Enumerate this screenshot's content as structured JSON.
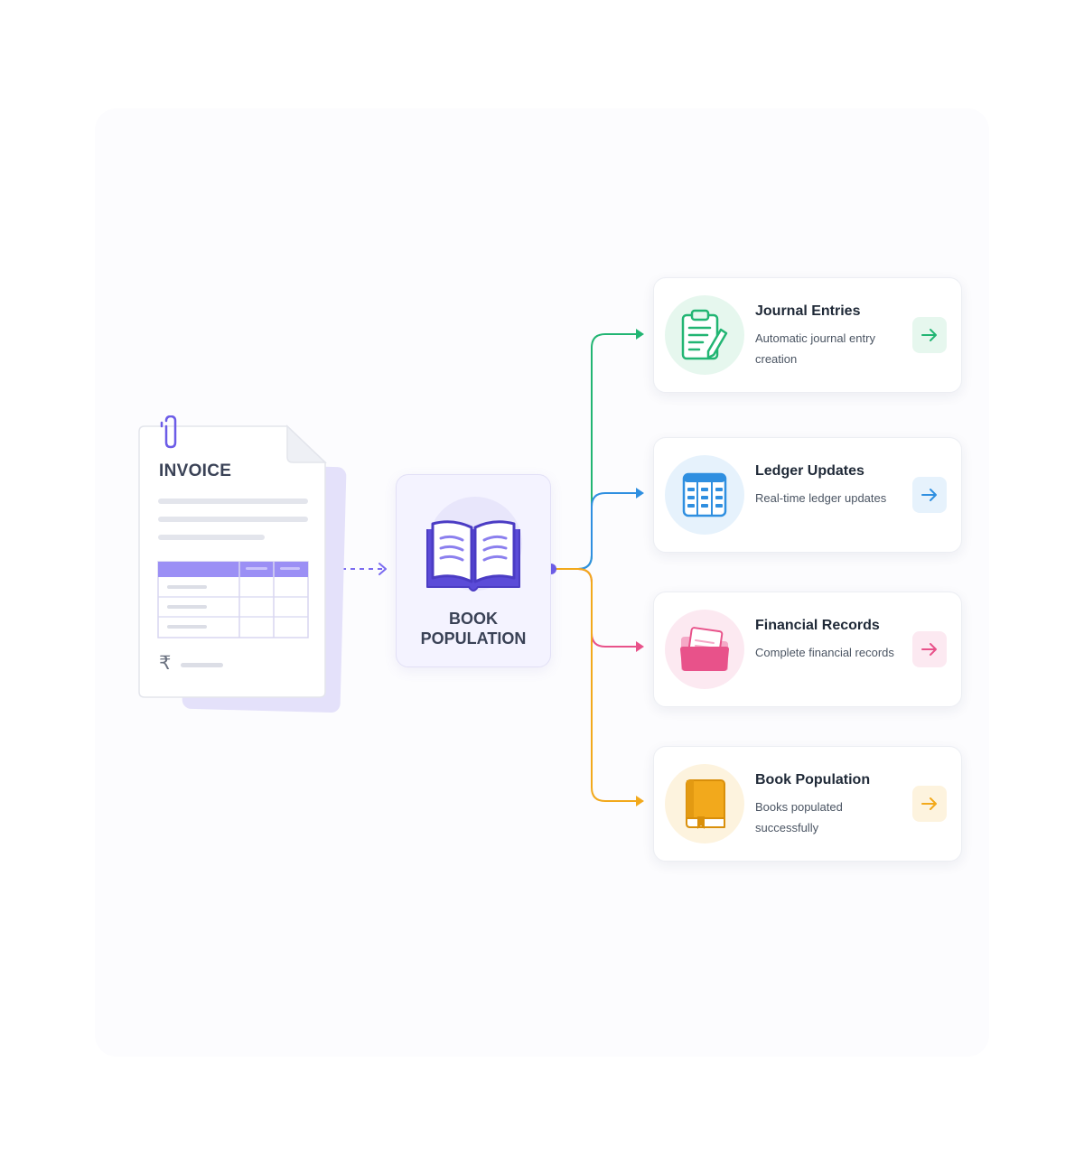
{
  "invoice": {
    "title": "INVOICE",
    "currency_symbol": "₹"
  },
  "hub": {
    "label_line1": "BOOK",
    "label_line2": "POPULATION",
    "icon": "open-book-icon",
    "accent": "#6c5ce7"
  },
  "outputs": [
    {
      "title": "Journal Entries",
      "description": "Automatic journal entry creation",
      "icon": "clipboard-pencil-icon",
      "color": "#22b573",
      "tint": "#e6f7ee"
    },
    {
      "title": "Ledger Updates",
      "description": "Real-time ledger updates",
      "icon": "ledger-table-icon",
      "color": "#2f8fe0",
      "tint": "#e6f2fc"
    },
    {
      "title": "Financial Records",
      "description": "Complete financial records",
      "icon": "folder-icon",
      "color": "#e8528a",
      "tint": "#fce9f1"
    },
    {
      "title": "Book Population",
      "description": "Books populated successfully",
      "icon": "closed-book-icon",
      "color": "#f2a91c",
      "tint": "#fdf3de"
    }
  ]
}
